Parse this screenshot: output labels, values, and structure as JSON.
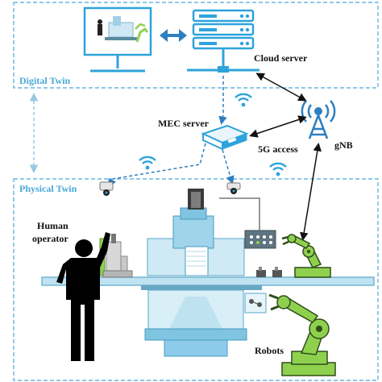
{
  "zones": {
    "digital": {
      "label": "Digital Twin"
    },
    "physical": {
      "label": "Physical Twin"
    }
  },
  "labels": {
    "cloud_server": "Cloud server",
    "mec_server": "MEC server",
    "access": "5G access",
    "gnb": "gNB",
    "human_line1": "Human",
    "human_line2": "operator",
    "robots": "Robots"
  },
  "colors": {
    "zone_border": "#4aa8d8",
    "link": "#2e7fc0",
    "accent": "#2ea3dc",
    "robot": "#8fd14f",
    "machine": "#7fc4e0",
    "operator": "#000000"
  }
}
